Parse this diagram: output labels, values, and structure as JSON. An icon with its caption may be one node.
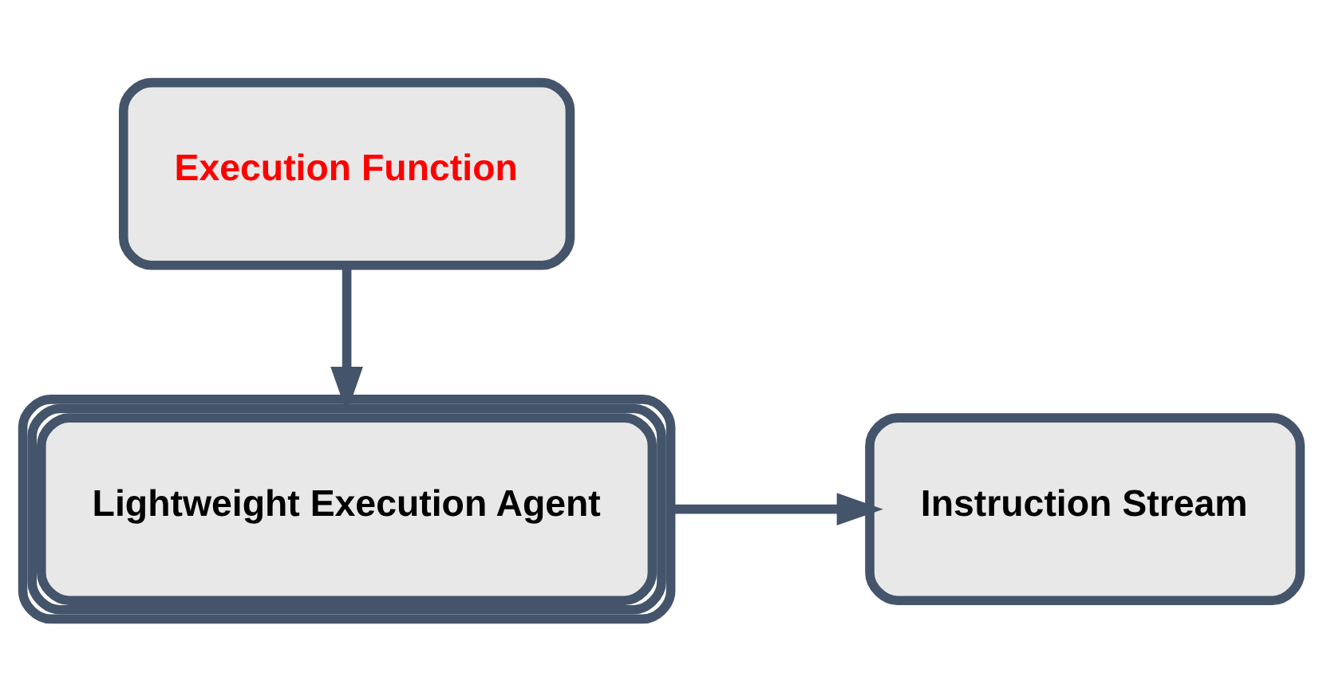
{
  "diagram": {
    "nodes": [
      {
        "text": [
          "Execution Function"
        ]
      },
      {
        "text": [
          "Lightweight Execution Agent"
        ]
      },
      {
        "text": [
          "Instruction Stream"
        ]
      }
    ],
    "edges": [
      {
        "from": 0,
        "to": 1,
        "arrow": "to"
      },
      {
        "from": 1,
        "to": 2,
        "arrow": "to"
      }
    ]
  }
}
